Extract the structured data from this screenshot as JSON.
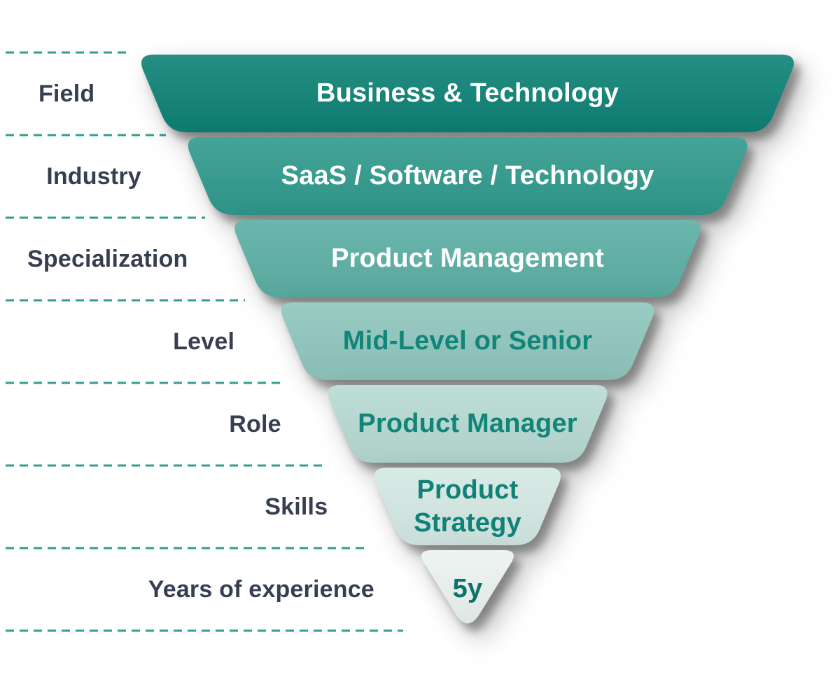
{
  "diagram": {
    "rows": [
      {
        "label": "Field",
        "value": "Business & Technology",
        "bg": "#0E8175",
        "fg": "#FFFFFF"
      },
      {
        "label": "Industry",
        "value": "SaaS / Software / Technology",
        "bg": "#309A8D",
        "fg": "#FFFFFF"
      },
      {
        "label": "Specialization",
        "value": "Product Management",
        "bg": "#5CAFA4",
        "fg": "#FFFFFF"
      },
      {
        "label": "Level",
        "value": "Mid-Level or Senior",
        "bg": "#8FC6BD",
        "fg": "#12857A"
      },
      {
        "label": "Role",
        "value": "Product Manager",
        "bg": "#B7DAD3",
        "fg": "#108578"
      },
      {
        "label": "Skills",
        "value": "Product Strategy",
        "bg": "#D5E9E4",
        "fg": "#0F8176"
      },
      {
        "label": "Years of experience",
        "value": "5y",
        "bg": "#EBF3F1",
        "fg": "#0D7268"
      }
    ],
    "label_color": "#363F52",
    "dash_color": "#2F9E90",
    "background": "#FFFFFF"
  }
}
